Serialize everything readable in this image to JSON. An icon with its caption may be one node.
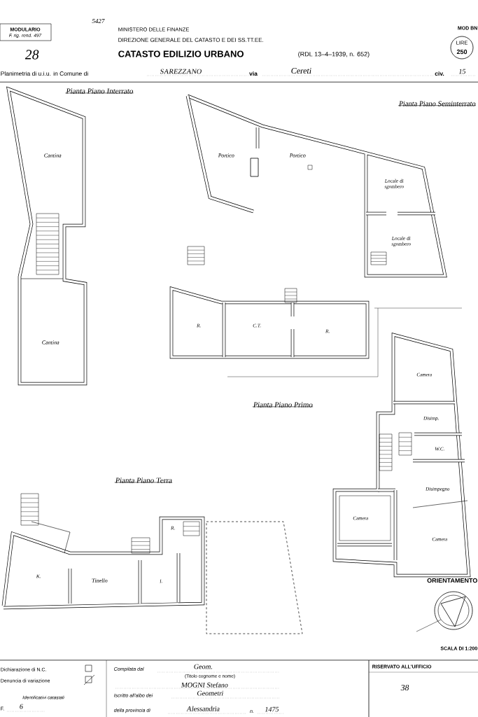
{
  "diagram": {
    "title": "CATASTO EDILIZIO URBANO",
    "labels": [
      "5427",
      "MODULARIO",
      "F. rig. rend. 497",
      "28",
      "MINISTERO DELLE FINANZE",
      "DIREZIONE GENERALE DEL CATASTO E DEI SS.TT.EE.",
      "(RDL 13–4–1939, n. 652)",
      "MOD BN",
      "LIRE",
      "250",
      "Planimetria di u.i.u. in Comune di",
      "SAREZZANO",
      "via",
      "Cereti",
      "civ.",
      "15",
      "Pianta Piano Interrato",
      "Cantina",
      "Pianta Piano Seminterrato",
      "Portico",
      "Portico",
      "Locale di sgombero",
      "Locale di sgombero",
      "Cantina",
      "R.",
      "C.T.",
      "R.",
      "Camera",
      "Pianta Piano Primo",
      "Disimp.",
      "W.C.",
      "Disimpegno",
      "Camera",
      "Camera",
      "Pianta Piano Terra",
      "R.",
      "K.",
      "Tinello",
      "I.",
      "ORIENTAMENTO",
      "SCALA DI 1:200",
      "Dichiarazione di N.C.",
      "Denuncia di variazione",
      "Identificativi catastali",
      "F.",
      "6",
      "Compilata dal",
      "Geom.",
      "(Titolo cognome e nome)",
      "MOGNI Stefano",
      "Iscritto all'albo dei",
      "Geometri",
      "della provincia di",
      "Alessandria",
      "n.",
      "1475",
      "RISERVATO ALL'UFFICIO",
      "38"
    ]
  }
}
